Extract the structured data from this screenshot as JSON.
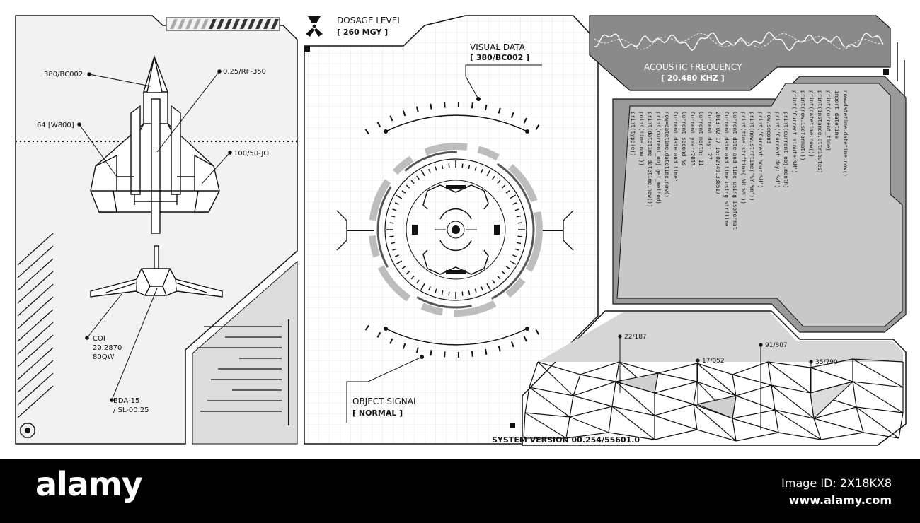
{
  "dosage": {
    "title": "DOSAGE LEVEL",
    "value": "[ 260 MGY ]"
  },
  "visual": {
    "title": "VISUAL DATA",
    "value": "[ 380/BC002 ]"
  },
  "object_signal": {
    "title": "OBJECT SIGNAL",
    "value": "[ NORMAL ]"
  },
  "acoustic": {
    "title": "ACOUSTIC FREQUENCY",
    "value": "[ 20.480 KHZ ]"
  },
  "system_version": "SYSTEM VERSION 00.254/55601.0",
  "ship_labels": {
    "nose": "380/BC002",
    "spine": "0.25/RF-350",
    "side": "64 [W800]",
    "wing": "100/50-JO",
    "coi_1": "COI",
    "coi_2": "20.2870",
    "coi_3": "80QW",
    "bda_1": "BDA-15",
    "bda_2": "/ SL-00.25"
  },
  "terrain_labels": [
    "22/187",
    "17/052",
    "91/807",
    "35/790"
  ],
  "code_columns": [
    "print(type(e))",
    "point(time.now())",
    "print(datetime.datetime.now())",
    "print(current_obj.get_method)",
    "now=datetime.datetime.now()",
    "Current date and time:",
    "Current second:%s",
    "Current year:2013",
    "Current month: 11",
    "Current day: 27",
    "2013-02-17 16:02:49.338517",
    "Current date and time using strftime",
    "Current date and time using isoformat",
    "print(time.strftime('%H:%M'))",
    "print(now.strftime('%Y-%m'))",
    "print('Current hour:%H')",
    "now.second",
    "print('Current day: %d')",
    "print(current_obj.month)",
    "print('Current minute:%M')",
    "print(now.isoformat())",
    "print(datetime.now())",
    "print(instance.attributes)",
    "print(current_time)",
    "import datetime",
    "now=datetime.datetime.now()"
  ],
  "watermark": {
    "brand": "alamy",
    "image_id": "Image ID: 2X18KX8",
    "url": "www.alamy.com"
  }
}
